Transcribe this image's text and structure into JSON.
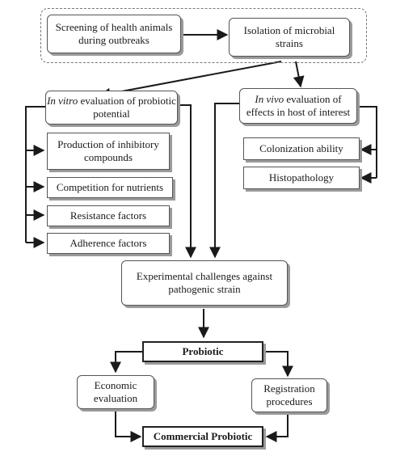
{
  "nodes": {
    "screening": "Screening of health animals during outbreaks",
    "isolation": "Isolation of microbial strains",
    "in_vitro_italic": "In vitro",
    "in_vitro_rest": " evaluation of probiotic potential",
    "in_vivo_italic": "In vivo",
    "in_vivo_rest": " evaluation of effects in host of interest",
    "inhibitory": "Production of inhibitory compounds",
    "competition": "Competition for nutrients",
    "resistance": "Resistance factors",
    "adherence": "Adherence factors",
    "colonization": "Colonization ability",
    "histopathology": "Histopathology",
    "challenges": "Experimental challenges against pathogenic strain",
    "probiotic": "Probiotic",
    "economic": "Economic evaluation",
    "registration": "Registration procedures",
    "commercial": "Commercial Probiotic"
  },
  "colors": {
    "line": "#1a1a1a",
    "border": "#555555",
    "shadow": "#9a9a9a"
  }
}
